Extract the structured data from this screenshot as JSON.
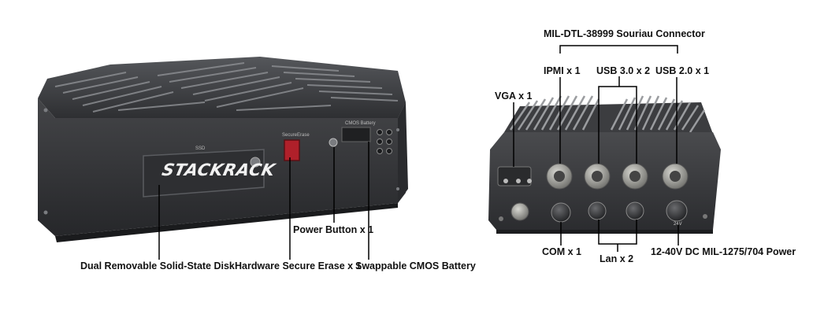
{
  "front_unit": {
    "brand_logo": "STACKRACK",
    "ssd_tag": "SSD",
    "secure_erase_tag": "SecureErase",
    "cmos_tag": "CMOS Battery",
    "labels": {
      "ssd": "Dual Removable Solid-State Disk",
      "secure_erase": "Hardware Secure Erase x 1",
      "cmos": "Swappable CMOS Battery",
      "power": "Power Button x 1"
    }
  },
  "rear_unit": {
    "labels": {
      "souriau": "MIL-DTL-38999 Souriau Connector",
      "ipmi": "IPMI x 1",
      "usb3": "USB 3.0 x 2",
      "usb2": "USB 2.0 x 1",
      "vga": "VGA x 1",
      "com": "COM x 1",
      "lan": "Lan x 2",
      "power": "12-40V DC MIL-1275/704 Power"
    },
    "power_tag": "24V"
  },
  "colors": {
    "chassis": "#3a3b3e",
    "chassis_dark": "#222325",
    "fin": "#5d5f63",
    "fin_light": "#8a8c90",
    "erase_button": "#b0202a",
    "connector": "#9a9a96"
  }
}
